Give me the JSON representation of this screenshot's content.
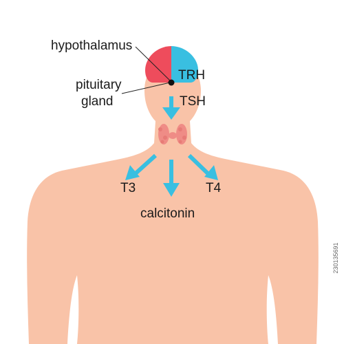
{
  "labels": {
    "hypothalamus": "hypothalamus",
    "pituitary_line1": "pituitary",
    "pituitary_line2": "gland",
    "trh": "TRH",
    "tsh": "TSH",
    "t3": "T3",
    "t4": "T4",
    "calcitonin": "calcitonin"
  },
  "stock_id": "230135691",
  "colors": {
    "skin": "#f9c3a8",
    "brain_left": "#ee4c5c",
    "brain_right": "#39bfe1",
    "arrow": "#39bfe1",
    "thyroid": "#ef8c86",
    "gland_dot": "#111111"
  }
}
